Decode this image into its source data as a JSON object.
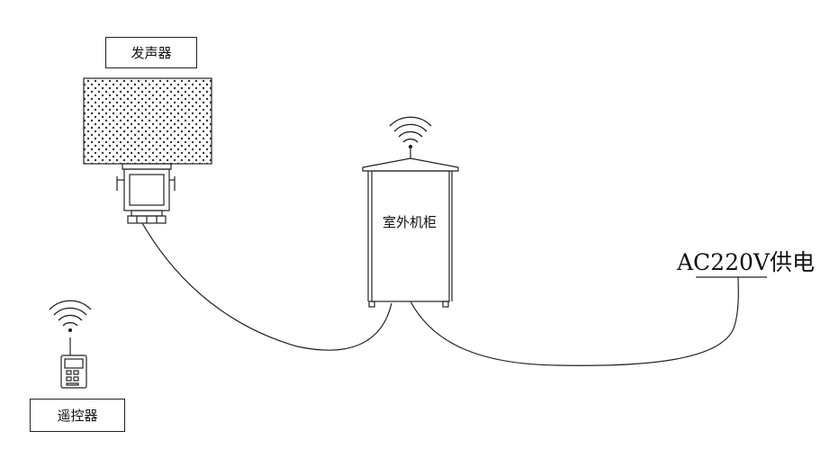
{
  "labels": {
    "speaker": "发声器",
    "cabinet": "室外机柜",
    "power": "AC220V供电",
    "remote": "遥控器"
  },
  "colors": {
    "line": "#222222",
    "background": "#ffffff"
  }
}
